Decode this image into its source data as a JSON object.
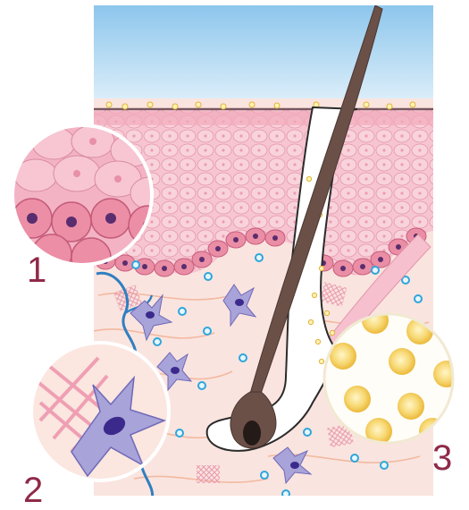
{
  "labels": {
    "one": "1",
    "two": "2",
    "three": "3"
  },
  "colors": {
    "sky": "#9fcfee",
    "epidermis": "#f2b8c6",
    "basal_cell": "#e37f99",
    "dermis": "#f9e0dc",
    "fiber": "#f2b9a0",
    "fibroblast": "#a8a3d8",
    "nucleus": "#5a2d6e",
    "hair": "#6b5048",
    "vessel": "#2f7fc1",
    "lipid": "#f4cf58",
    "label": "#8f2a48"
  },
  "icons": {
    "hair": "hair-shaft-icon",
    "fibroblast": "fibroblast-cell-icon",
    "lipid": "lipid-droplet-icon",
    "vessel": "blood-vessel-icon"
  }
}
